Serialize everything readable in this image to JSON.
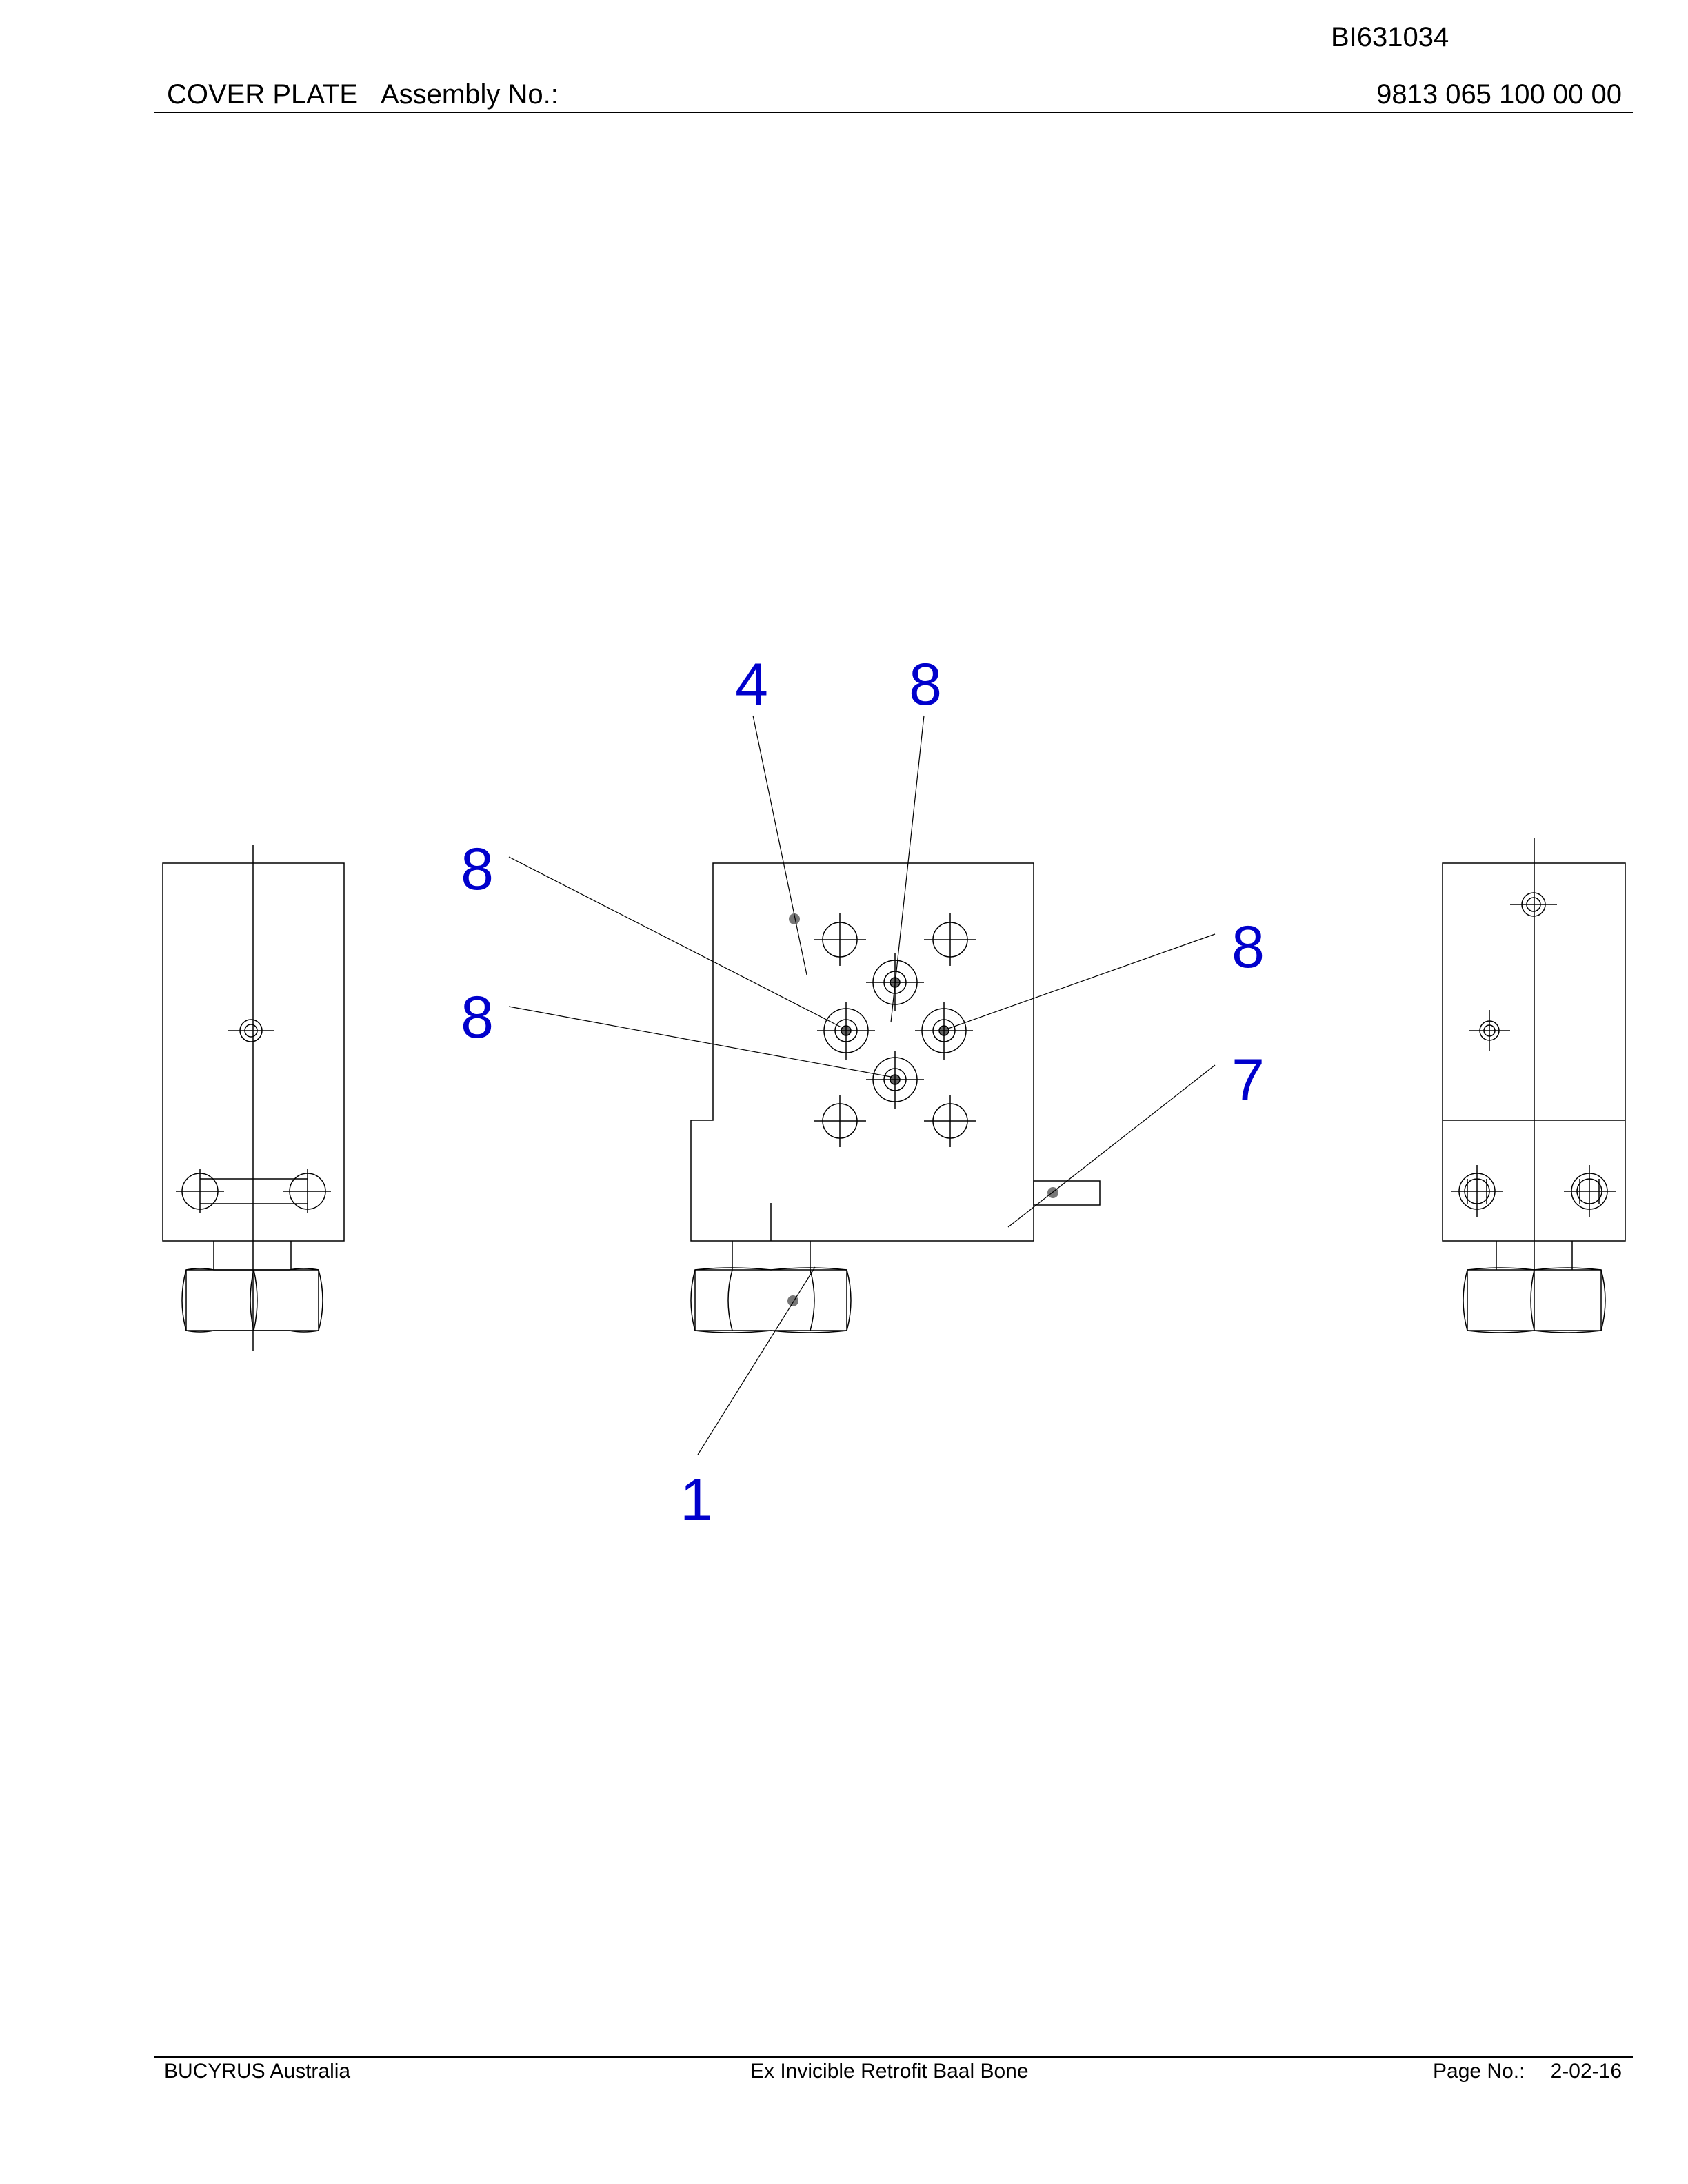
{
  "header": {
    "doc_id": "BI631034",
    "title": "COVER PLATE",
    "assembly_label": "Assembly No.:",
    "assembly_number": "9813 065 100 00 00"
  },
  "drawing": {
    "colors": {
      "line": "#000000",
      "callout_text": "#0000cc",
      "dot": "#666666"
    },
    "callouts": [
      "4",
      "8",
      "8",
      "8",
      "8",
      "7",
      "1"
    ]
  },
  "footer": {
    "company": "BUCYRUS Australia",
    "machine": "Ex Invicible Retrofit Baal Bone",
    "page_label": "Page No.:",
    "page_number": "2-02-16"
  }
}
